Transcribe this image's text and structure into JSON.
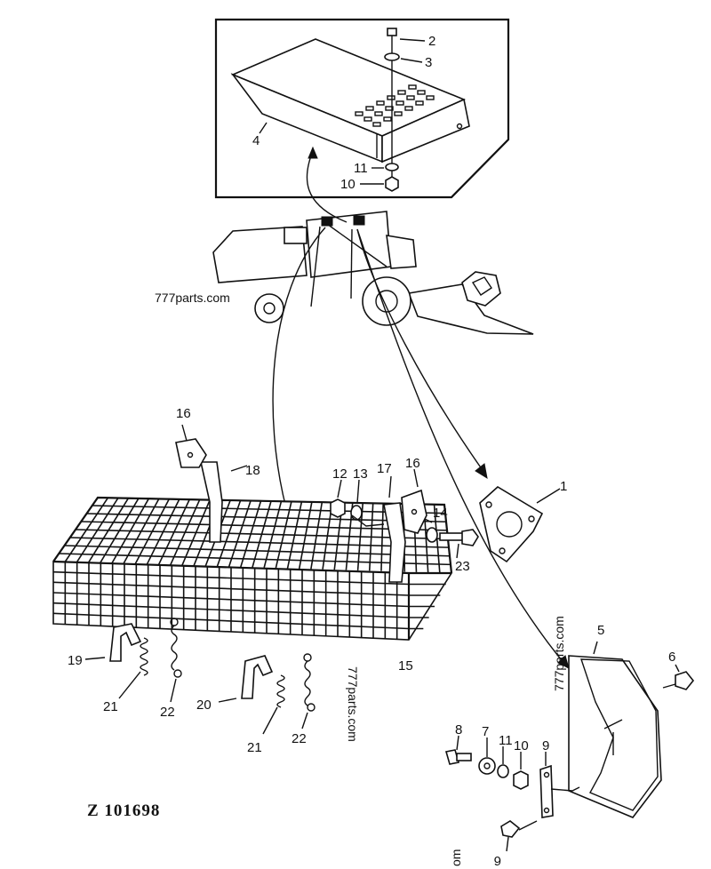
{
  "drawing_code": "Z 101698",
  "watermarks": [
    "777parts.com",
    "777parts.com",
    "777parts.com",
    "om"
  ],
  "callouts": [
    {
      "id": "c1",
      "label": "1"
    },
    {
      "id": "c2",
      "label": "2"
    },
    {
      "id": "c3",
      "label": "3"
    },
    {
      "id": "c4",
      "label": "4"
    },
    {
      "id": "c5",
      "label": "5"
    },
    {
      "id": "c6a",
      "label": "6"
    },
    {
      "id": "c6b",
      "label": "6"
    },
    {
      "id": "c7",
      "label": "7"
    },
    {
      "id": "c8",
      "label": "8"
    },
    {
      "id": "c9",
      "label": "9"
    },
    {
      "id": "c10a",
      "label": "10"
    },
    {
      "id": "c10b",
      "label": "10"
    },
    {
      "id": "c11a",
      "label": "11"
    },
    {
      "id": "c11b",
      "label": "11"
    },
    {
      "id": "c12",
      "label": "12"
    },
    {
      "id": "c13",
      "label": "13"
    },
    {
      "id": "c14",
      "label": "14"
    },
    {
      "id": "c15",
      "label": "15"
    },
    {
      "id": "c16a",
      "label": "16"
    },
    {
      "id": "c16b",
      "label": "16"
    },
    {
      "id": "c17",
      "label": "17"
    },
    {
      "id": "c18",
      "label": "18"
    },
    {
      "id": "c19",
      "label": "19"
    },
    {
      "id": "c20",
      "label": "20"
    },
    {
      "id": "c21a",
      "label": "21"
    },
    {
      "id": "c21b",
      "label": "21"
    },
    {
      "id": "c22a",
      "label": "22"
    },
    {
      "id": "c22b",
      "label": "22"
    },
    {
      "id": "c23",
      "label": "23"
    }
  ]
}
